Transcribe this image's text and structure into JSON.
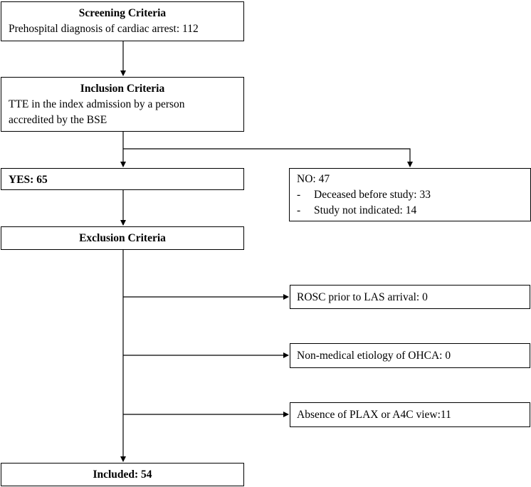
{
  "screening": {
    "title": "Screening Criteria",
    "text": "Prehospital diagnosis of cardiac arrest: 112"
  },
  "inclusion": {
    "title": "Inclusion Criteria",
    "line1": "TTE in the index admission by a person",
    "line2": "accredited by the BSE"
  },
  "yes": {
    "label": "YES: 65"
  },
  "no": {
    "label": "NO: 47",
    "items": [
      {
        "bullet": "-",
        "text": "Deceased before study: 33"
      },
      {
        "bullet": "-",
        "text": "Study not indicated: 14"
      }
    ]
  },
  "exclusion": {
    "title": "Exclusion Criteria",
    "items": [
      {
        "text": "ROSC prior to LAS arrival: 0"
      },
      {
        "text": "Non-medical etiology of OHCA: 0"
      },
      {
        "text": "Absence of PLAX or A4C view:11"
      }
    ]
  },
  "included": {
    "label": "Included: 54"
  }
}
